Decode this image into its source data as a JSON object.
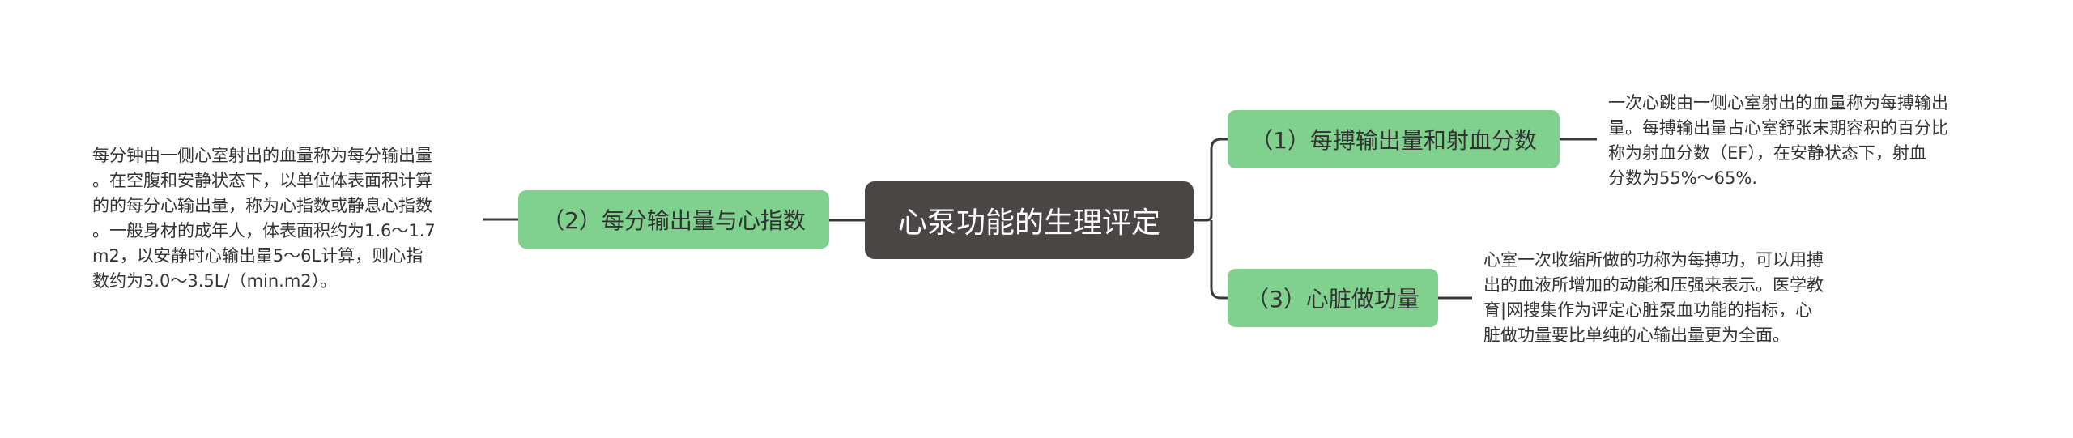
{
  "mindmap": {
    "root": {
      "label": "心泵功能的生理评定"
    },
    "branches": [
      {
        "id": "b1",
        "label": "（1）每搏输出量和射血分数",
        "note_lines": [
          "一次心跳由一侧心室射出的血量称为每搏输出",
          "量。每搏输出量占心室舒张末期容积的百分比",
          "称为射血分数（EF），在安静状态下，射血",
          "分数为55%～65%."
        ]
      },
      {
        "id": "b2",
        "label": "（2）每分输出量与心指数",
        "note_lines": [
          "每分钟由一侧心室射出的血量称为每分输出量",
          "。在空腹和安静状态下，以单位体表面积计算",
          "的的每分心输出量，称为心指数或静息心指数",
          "。一般身材的成年人，体表面积约为1.6～1.7",
          "m2，以安静时心输出量5～6L计算，则心指",
          "数约为3.0～3.5L/（min.m2）。"
        ]
      },
      {
        "id": "b3",
        "label": "（3）心脏做功量",
        "note_lines": [
          "心室一次收缩所做的功称为每搏功，可以用搏",
          "出的血液所增加的动能和压强来表示。医学教",
          "育|网搜集作为评定心脏泵血功能的指标，心",
          "脏做功量要比单纯的心输出量更为全面。"
        ]
      }
    ],
    "colors": {
      "root_fill": "#4a4646",
      "branch_fill": "#80d08e",
      "link": "#3a3a3a",
      "text": "#333333"
    }
  }
}
